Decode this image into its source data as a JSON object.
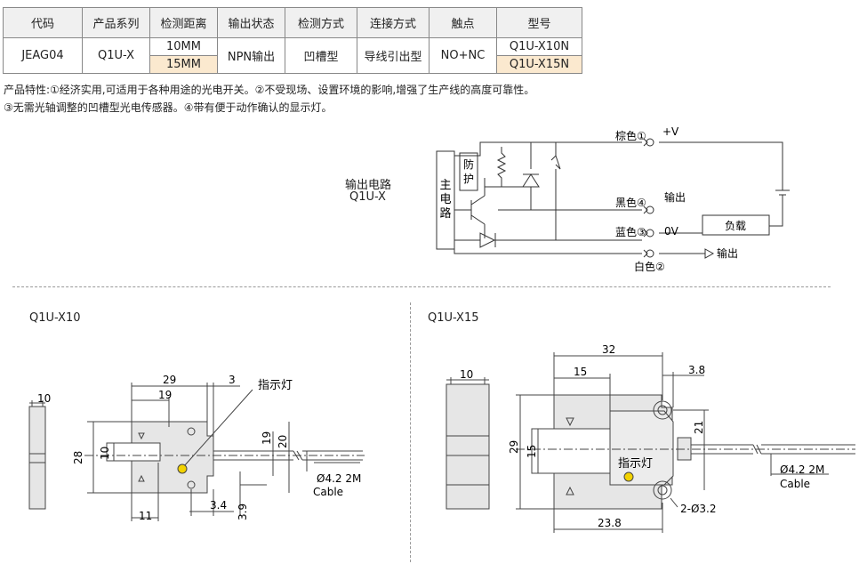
{
  "table": {
    "headers": [
      "代码",
      "产品系列",
      "检测距离",
      "输出状态",
      "检测方式",
      "连接方式",
      "触点",
      "型号"
    ],
    "code": "JEAG04",
    "series": "Q1U-X",
    "distances": [
      "10MM",
      "15MM"
    ],
    "output": "NPN输出",
    "method": "凹槽型",
    "connection": "导线引出型",
    "contact": "NO+NC",
    "models": [
      "Q1U-X10N",
      "Q1U-X15N"
    ]
  },
  "features": {
    "line1": "产品特性:①经济实用,可适用于各种用途的光电开关。②不受现场、设置环境的影响,增强了生产线的高度可靠性。",
    "line2": "③无需光轴调整的凹槽型光电传感器。④带有便于动作确认的显示灯。"
  },
  "circuit": {
    "title_line1": "输出电路",
    "title_line2": "Q1U-X",
    "main_circuit": [
      "主",
      "电",
      "路"
    ],
    "protection": [
      "防",
      "护"
    ],
    "brown": "棕色①",
    "plus_v": "+V",
    "black": "黑色④",
    "output": "输出",
    "blue": "蓝色③",
    "zero_v": "0V",
    "load": "负载",
    "white": "白色②",
    "output2": "输出"
  },
  "drawing_x10": {
    "title": "Q1U-X10",
    "dims": {
      "w10": "10",
      "d29": "29",
      "d19": "19",
      "d3": "3",
      "d28": "28",
      "d10v": "10",
      "d19v": "19",
      "d20v": "20",
      "d11": "11",
      "d34": "3.4",
      "d39": "3.9"
    },
    "indicator": "指示灯",
    "cable_spec": "Ø4.2 2M",
    "cable": "Cable"
  },
  "drawing_x15": {
    "title": "Q1U-X15",
    "dims": {
      "w10": "10",
      "d32": "32",
      "d15": "15",
      "d38": "3.8",
      "d29v": "29",
      "d15v": "15",
      "d21v": "21",
      "d238": "23.8",
      "holes": "2-Ø3.2"
    },
    "indicator": "指示灯",
    "cable_spec": "Ø4.2 2M",
    "cable": "Cable"
  }
}
